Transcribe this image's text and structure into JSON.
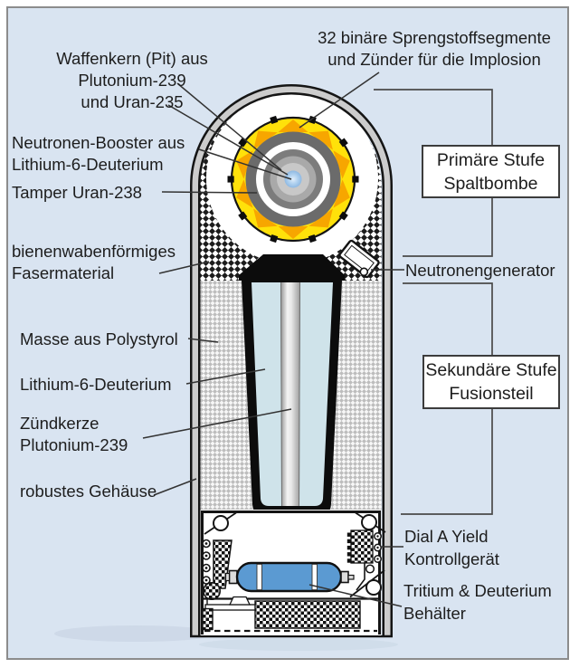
{
  "diagram": {
    "labels": {
      "segmente_line1": "32 binäre Sprengstoffsegmente",
      "segmente_line2": "und Zünder für die Implosion",
      "waffenkern_line1": "Waffenkern (Pit) aus",
      "waffenkern_line2": "Plutonium-239",
      "waffenkern_line3": "und Uran-235",
      "booster_line1": "Neutronen-Booster aus",
      "booster_line2": "Lithium-6-Deuterium",
      "tamper": "Tamper Uran-238",
      "faser_line1": "bienenwabenförmiges",
      "faser_line2": "Fasermaterial",
      "polystyrol": "Masse aus Polystyrol",
      "lithium": "Lithium-6-Deuterium",
      "zuendkerze_line1": "Zündkerze",
      "zuendkerze_line2": "Plutonium-239",
      "gehaeuse": "robustes Gehäuse",
      "neutronengenerator": "Neutronengenerator",
      "dial_line1": "Dial A Yield",
      "dial_line2": "Kontrollgerät",
      "tritium_line1": "Tritium & Deuterium",
      "tritium_line2": "Behälter"
    },
    "stage_boxes": {
      "primary_line1": "Primäre Stufe",
      "primary_line2": "Spaltbombe",
      "secondary_line1": "Sekundäre Stufe",
      "secondary_line2": "Fusionsteil"
    },
    "colors": {
      "background": "#d9e4f1",
      "explosive_yellow": "#ffe10a",
      "explosive_orange": "#f7a600",
      "tamper_gray": "#6b6b6b",
      "tank_blue": "#5b9ad2",
      "fusion_fuel_blue": "#cfe3ea",
      "casing_gray": "#cccccc"
    }
  }
}
